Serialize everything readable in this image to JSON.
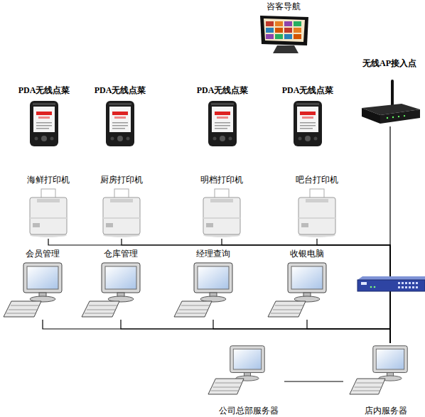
{
  "diagram": {
    "nodes": [
      {
        "text": [
          "咨客导航"
        ]
      },
      {
        "text": [
          "无线AP接入点"
        ]
      },
      {
        "text": [
          "PDA无线点菜"
        ]
      },
      {
        "text": [
          "PDA无线点菜"
        ]
      },
      {
        "text": [
          "PDA无线点菜"
        ]
      },
      {
        "text": [
          "PDA无线点菜"
        ]
      },
      {
        "text": [
          "海鲜打印机"
        ]
      },
      {
        "text": [
          "厨房打印机"
        ]
      },
      {
        "text": [
          "明档打印机"
        ]
      },
      {
        "text": [
          "吧台打印机"
        ]
      },
      {
        "text": [
          "会员管理"
        ]
      },
      {
        "text": [
          "仓库管理"
        ]
      },
      {
        "text": [
          "经理查询"
        ]
      },
      {
        "text": [
          "收银电脑"
        ]
      },
      {
        "text": [
          "公司总部服务器"
        ]
      },
      {
        "text": [
          "店内服务器"
        ]
      }
    ],
    "edges": [
      {
        "from": 1,
        "to": 15,
        "arrow": "none"
      },
      {
        "from": 6,
        "to": 15,
        "arrow": "none"
      },
      {
        "from": 7,
        "to": 15,
        "arrow": "none"
      },
      {
        "from": 8,
        "to": 15,
        "arrow": "none"
      },
      {
        "from": 9,
        "to": 15,
        "arrow": "none"
      },
      {
        "from": 10,
        "to": 15,
        "arrow": "none"
      },
      {
        "from": 11,
        "to": 15,
        "arrow": "none"
      },
      {
        "from": 12,
        "to": 15,
        "arrow": "none"
      },
      {
        "from": 13,
        "to": 15,
        "arrow": "none"
      },
      {
        "from": 15,
        "to": 14,
        "arrow": "none"
      }
    ]
  }
}
